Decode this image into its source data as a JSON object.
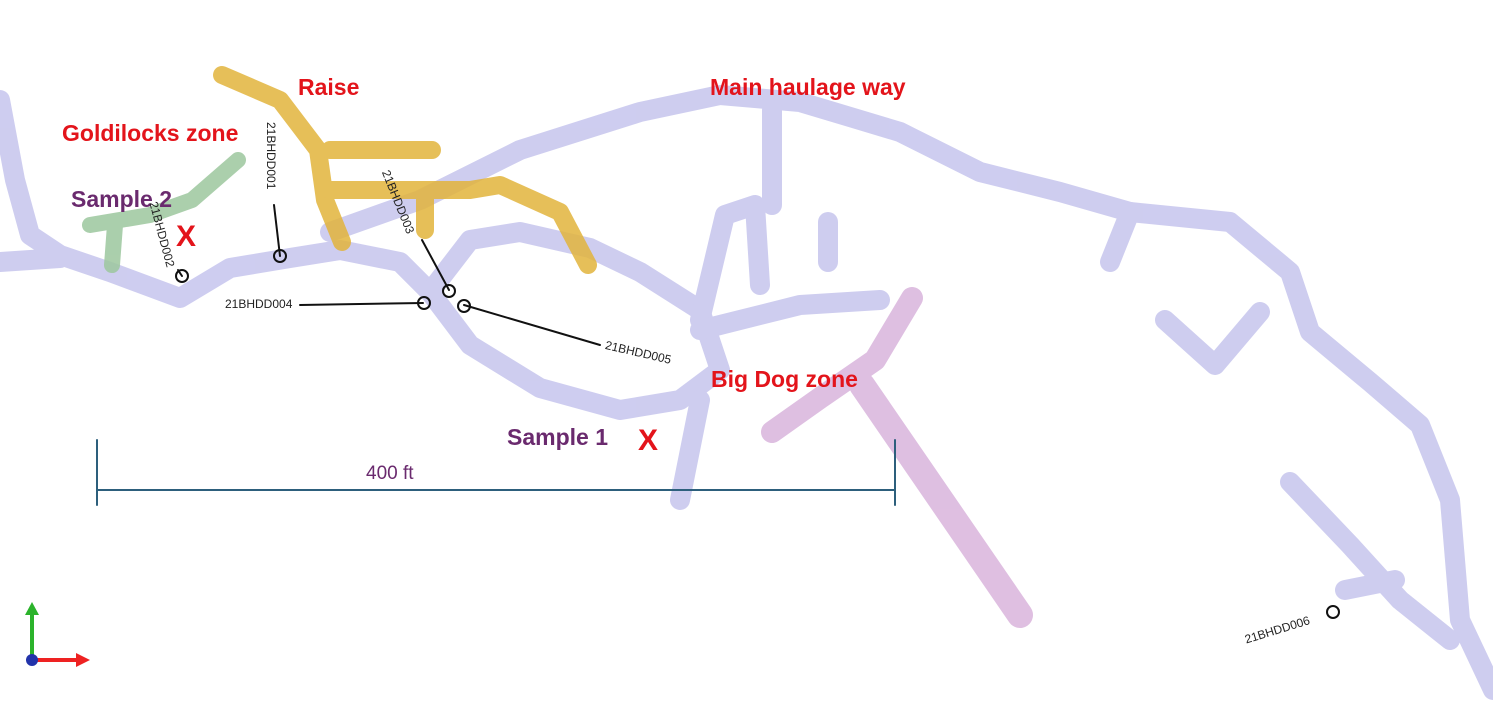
{
  "zones": {
    "raise": "Raise",
    "main_haulage": "Main haulage way",
    "goldilocks": "Goldilocks zone",
    "big_dog": "Big Dog zone"
  },
  "samples": {
    "sample1": "Sample 1",
    "sample2": "Sample 2",
    "marker": "X"
  },
  "drill_holes": [
    "21BHDD001",
    "21BHDD002",
    "21BHDD003",
    "21BHDD004",
    "21BHDD005",
    "21BHDD006"
  ],
  "scale_bar": {
    "label": "400 ft"
  },
  "colors": {
    "tunnel": "#c9c8ee",
    "raise": "#e2b43c",
    "goldilocks": "#9cc79e",
    "big_dog": "#d9b4dc",
    "label_red": "#e3141b",
    "label_purple": "#6a2a6e",
    "scale": "#2d5f7c"
  }
}
